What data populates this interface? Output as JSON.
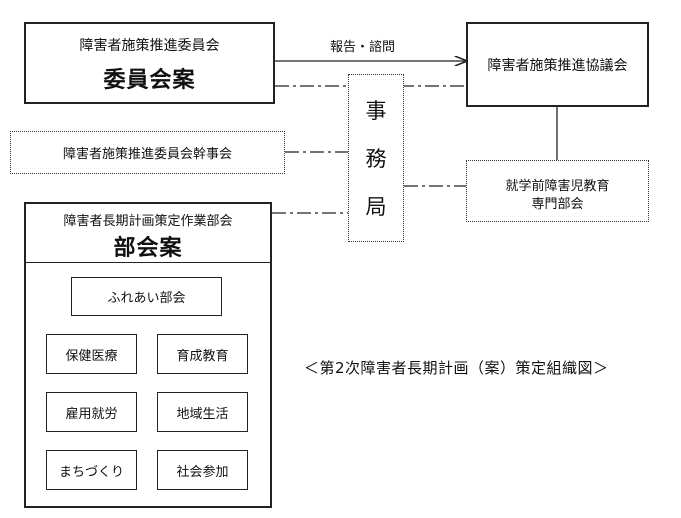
{
  "committee": {
    "title": "障害者施策推進委員会",
    "plan": "委員会案"
  },
  "council": {
    "label": "障害者施策推進協議会"
  },
  "report_label": "報告・諮問",
  "secretariat": {
    "chars": [
      "事",
      "務",
      "局"
    ]
  },
  "executive": {
    "label": "障害者施策推進委員会幹事会"
  },
  "preschool": {
    "line1": "就学前障害児教育",
    "line2": "専門部会"
  },
  "workgroup": {
    "title": "障害者長期計画策定作業部会",
    "plan": "部会案",
    "fureai": "ふれあい部会",
    "sub": [
      "保健医療",
      "育成教育",
      "雇用就労",
      "地域生活",
      "まちづくり",
      "社会参加"
    ]
  },
  "caption": "＜第2次障害者長期計画（案）策定組織図＞"
}
